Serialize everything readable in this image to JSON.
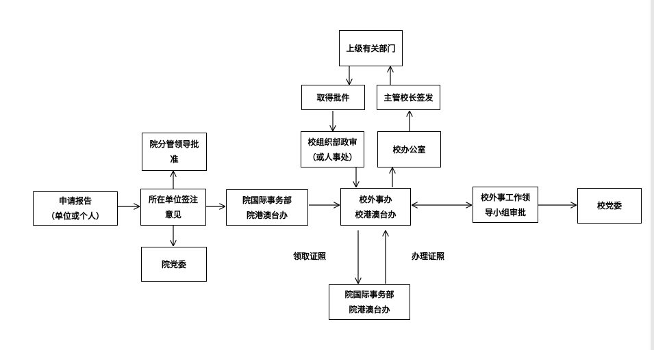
{
  "nodes": {
    "apply": {
      "line1": "申请报告",
      "line2": "（单位或个人）"
    },
    "unit_sign": {
      "line1": "所在单位签注",
      "line2": "意见"
    },
    "dept_leader": {
      "line1": "院分管领导批",
      "line2": "准"
    },
    "party_committee_left": {
      "line1": "院党委"
    },
    "intl_affairs": {
      "line1": "院国际事务部",
      "line2": "院港澳台办"
    },
    "foreign_affairs": {
      "line1": "校外事办",
      "line2": "校港澳台办"
    },
    "org_dept": {
      "line1": "校组织部政审",
      "line2": "（或人事处）"
    },
    "obtain_approval": {
      "line1": "取得批件"
    },
    "superior_dept": {
      "line1": "上级有关部门"
    },
    "principal_sign": {
      "line1": "主管校长签发"
    },
    "school_office": {
      "line1": "校办公室"
    },
    "leading_group": {
      "line1": "校外事工作领",
      "line2": "导小组审批"
    },
    "school_party_committee": {
      "line1": "校党委"
    },
    "intl_affairs_bottom": {
      "line1": "院国际事务部",
      "line2": "院港澳台办"
    }
  },
  "labels": {
    "receive_certificate": "领取证照",
    "process_certificate": "办理证照"
  }
}
